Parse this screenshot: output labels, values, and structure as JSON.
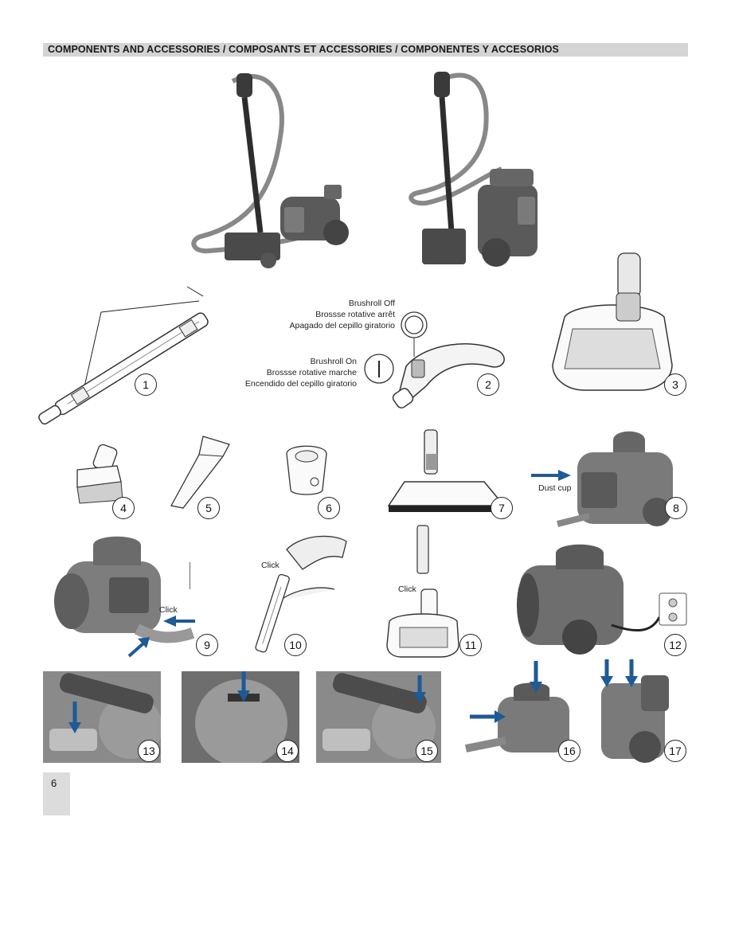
{
  "header": {
    "title": "COMPONENTS AND ACCESSORIES  / COMPOSANTS ET ACCESSORIES / COMPONENTES Y ACCESORIOS"
  },
  "brushroll": {
    "off_en": "Brushroll Off",
    "off_fr": "Brossse rotative arrêt",
    "off_es": "Apagado del cepillo giratorio",
    "on_en": "Brushroll On",
    "on_fr": "Brossse rotative marche",
    "on_es": "Encendido del cepillo giratorio"
  },
  "labels": {
    "dust_cup": "Dust cup",
    "click": "Click"
  },
  "figure_numbers": [
    "1",
    "2",
    "3",
    "4",
    "5",
    "6",
    "7",
    "8",
    "9",
    "10",
    "11",
    "12",
    "13",
    "14",
    "15",
    "16",
    "17"
  ],
  "page_number": "6",
  "colors": {
    "arrow": "#1e5a96",
    "header_bg": "#d4d4d4",
    "photo_bg": "#8c8c8c"
  }
}
